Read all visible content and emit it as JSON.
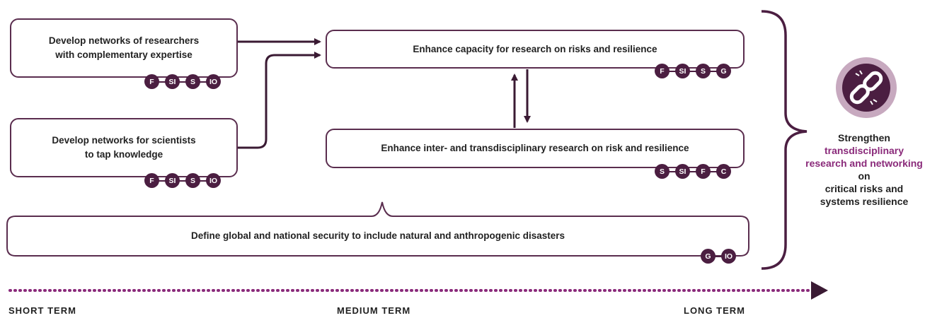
{
  "boxes": {
    "networks_researchers": {
      "label": "Develop networks of researchers\nwith complementary expertise",
      "badges": [
        "F",
        "SI",
        "S",
        "IO"
      ]
    },
    "networks_scientists": {
      "label": "Develop networks for scientists\nto tap knowledge",
      "badges": [
        "F",
        "SI",
        "S",
        "IO"
      ]
    },
    "enhance_capacity": {
      "label": "Enhance capacity for research on risks and resilience",
      "badges": [
        "F",
        "SI",
        "S",
        "G"
      ]
    },
    "enhance_inter": {
      "label": "Enhance inter- and transdisciplinary research on risk and resilience",
      "badges": [
        "S",
        "SI",
        "F",
        "C"
      ]
    },
    "define_security": {
      "label": "Define global and national security to include natural and anthropogenic disasters",
      "badges": [
        "G",
        "IO"
      ]
    }
  },
  "outcome": {
    "line1": "Strengthen",
    "highlight": "transdisciplinary research and networking",
    "line_on": "on",
    "rest": "critical risks and systems resilience",
    "icon": "chain-link-icon"
  },
  "timeline": {
    "short": "SHORT TERM",
    "medium": "MEDIUM TERM",
    "long": "LONG TERM"
  },
  "colors": {
    "accent": "#4b1e41",
    "highlight": "#8a2a7a",
    "icon_ring": "#c7a9bf"
  }
}
